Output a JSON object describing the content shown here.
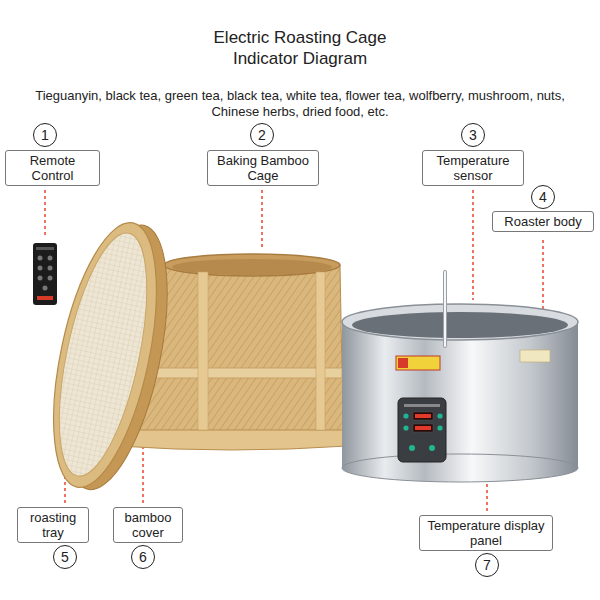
{
  "diagram": {
    "title": "Electric Roasting Cage Indicator Diagram",
    "nodes": [
      {
        "text": [
          "1"
        ]
      },
      {
        "text": [
          "Remote Control"
        ]
      },
      {
        "text": [
          "2"
        ]
      },
      {
        "text": [
          "Baking Bamboo Cage"
        ]
      },
      {
        "text": [
          "3"
        ]
      },
      {
        "text": [
          "Temperature sensor"
        ]
      },
      {
        "text": [
          "4"
        ]
      },
      {
        "text": [
          "Roaster body"
        ]
      },
      {
        "text": [
          "roasting tray"
        ]
      },
      {
        "text": [
          "5"
        ]
      },
      {
        "text": [
          "bamboo cover"
        ]
      },
      {
        "text": [
          "6"
        ]
      },
      {
        "text": [
          "Temperature display panel"
        ]
      },
      {
        "text": [
          "7"
        ]
      }
    ],
    "labels": [
      "Tieguanyin, black tea, green tea, black tea, white tea, flower tea, wolfberry, mushroom, nuts, Chinese herbs, dried food, etc."
    ]
  }
}
